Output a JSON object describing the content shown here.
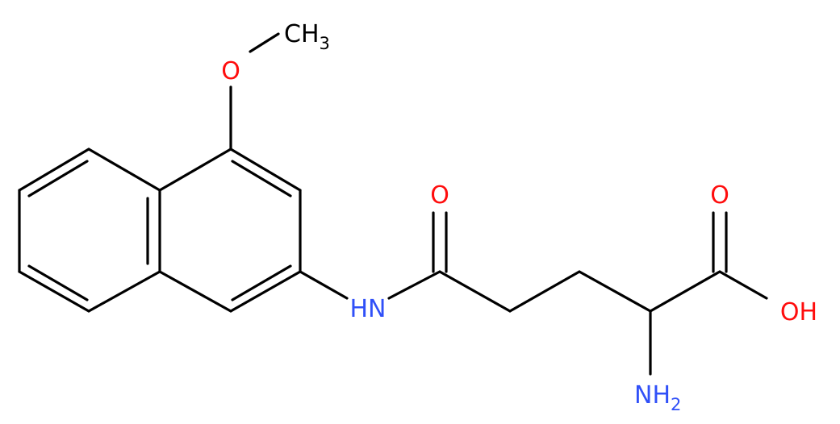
{
  "colors": {
    "bond": "#000000",
    "oxygen": "#ff0d0d",
    "nitrogen": "#3050f8",
    "carbon": "#000000",
    "background": "#ffffff"
  },
  "atoms": {
    "methyl": {
      "main": "CH",
      "sub": "3",
      "element": "C"
    },
    "ether_oxygen": {
      "main": "O",
      "element": "O"
    },
    "amide_nitrogen": {
      "main": "HN",
      "element": "N"
    },
    "amide_oxygen": {
      "main": "O",
      "element": "O"
    },
    "acid_carbonyl_oxygen": {
      "main": "O",
      "element": "O"
    },
    "acid_hydroxyl": {
      "main": "OH",
      "element": "O"
    },
    "amine": {
      "main": "NH",
      "sub": "2",
      "element": "N"
    }
  }
}
